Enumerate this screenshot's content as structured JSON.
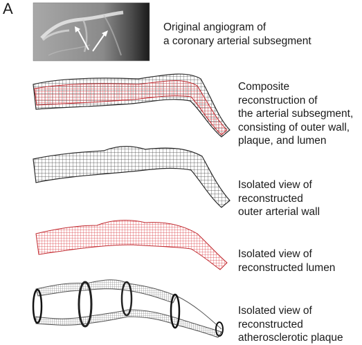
{
  "panel_label": "A",
  "captions": {
    "angiogram": [
      "Original angiogram of",
      "a coronary arterial subsegment"
    ],
    "composite": [
      "Composite",
      "reconstruction of",
      "the arterial subsegment,",
      "consisting of outer wall,",
      "plaque, and lumen"
    ],
    "outer_wall": [
      "Isolated view of",
      "reconstructed",
      "outer arterial wall"
    ],
    "lumen": [
      "Isolated view of",
      "reconstructed lumen"
    ],
    "plaque": [
      "Isolated view of",
      "reconstructed",
      "atherosclerotic plaque"
    ]
  },
  "colors": {
    "mesh_gray": "#3a3a3a",
    "mesh_red": "#d9343a",
    "angiogram_bg": "#9a9a9a"
  }
}
